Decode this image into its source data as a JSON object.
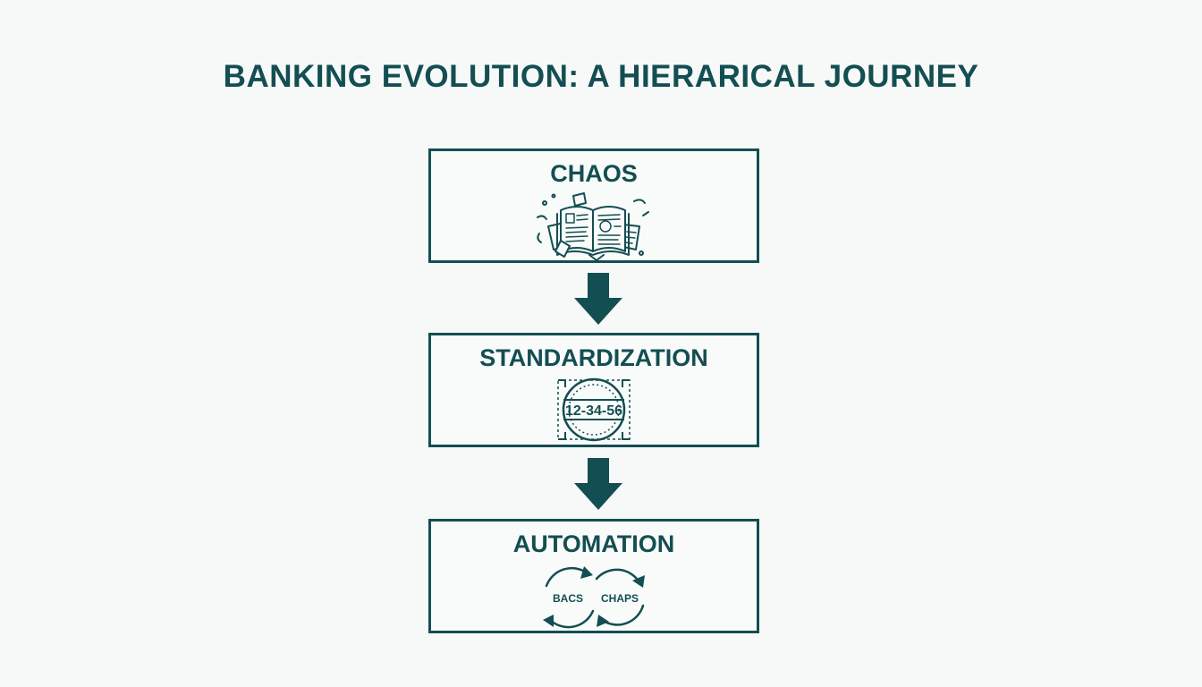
{
  "title": "BANKING EVOLUTION: A HIERARICAL JOURNEY",
  "colors": {
    "primary": "#134e52",
    "background": "#f7f9f8"
  },
  "stages": [
    {
      "label": "CHAOS",
      "icon": "scattered-documents-icon"
    },
    {
      "label": "STANDARDIZATION",
      "icon": "sort-code-stamp-icon",
      "icon_text": "12-34-56"
    },
    {
      "label": "AUTOMATION",
      "icon": "circular-exchange-icon",
      "icon_text_left": "BACS",
      "icon_text_right": "CHAPS"
    }
  ]
}
